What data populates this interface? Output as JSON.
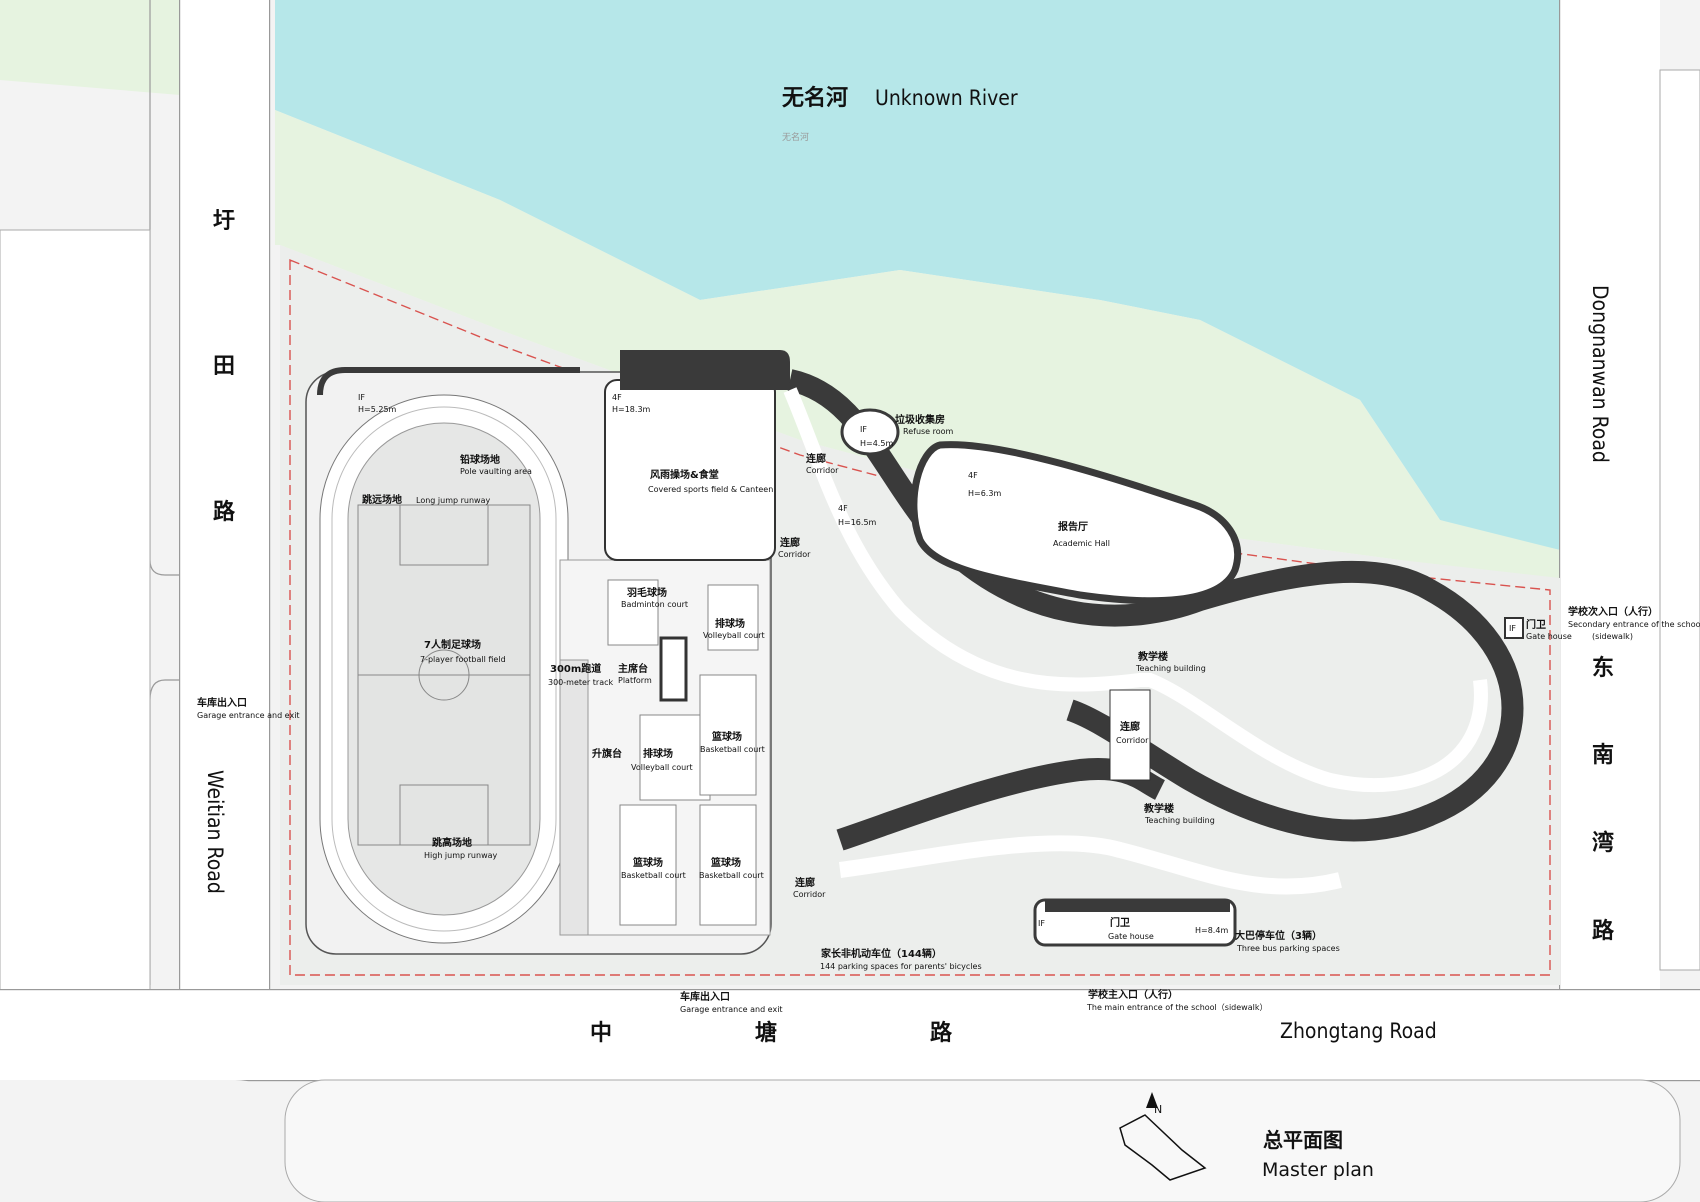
{
  "river": {
    "cn": "无名河",
    "en": "Unknown River",
    "small": "无名河"
  },
  "roads": {
    "west_cn": [
      "圩",
      "田",
      "路"
    ],
    "west_en": "Weitian Road",
    "east_cn": [
      "东",
      "南",
      "湾",
      "路"
    ],
    "east_en": "Dongnanwan Road",
    "south_cn": [
      "中",
      "塘",
      "路"
    ],
    "south_en": "Zhongtang Road"
  },
  "labels": {
    "track_bldg_floor": "IF",
    "track_bldg_height": "H=5.25m",
    "pole_vault_cn": "铅球场地",
    "pole_vault_en": "Pole vaulting area",
    "long_jump_cn": "跳远场地",
    "long_jump_en": "Long jump runway",
    "football_cn": "7人制足球场",
    "football_en": "7-player football field",
    "high_jump_cn": "跳高场地",
    "high_jump_en": "High jump runway",
    "track_cn": "300m跑道",
    "track_en": "300-meter track",
    "canteen_floor": "4F",
    "canteen_height": "H=18.3m",
    "canteen_cn": "风雨操场&食堂",
    "canteen_en": "Covered sports field & Canteen",
    "badminton_cn": "羽毛球场",
    "badminton_en": "Badminton court",
    "volleyball1_cn": "排球场",
    "volleyball1_en": "Volleyball court",
    "platform_cn": "主席台",
    "platform_en": "Platform",
    "flag_cn": "升旗台",
    "volleyball2_cn": "排球场",
    "volleyball2_en": "Volleyball court",
    "basket1_cn": "篮球场",
    "basket1_en": "Basketball court",
    "basket2_cn": "篮球场",
    "basket2_en": "Basketball court",
    "basket3_cn": "篮球场",
    "basket3_en": "Basketball court",
    "corridor1_cn": "连廊",
    "corridor1_en": "Corridor",
    "corridor2_cn": "连廊",
    "corridor2_en": "Corridor",
    "corridor3_cn": "连廊",
    "corridor3_en": "Corridor",
    "corridor4_cn": "连廊",
    "corridor4_en": "Corridor",
    "refuse_floor": "IF",
    "refuse_height": "H=4.5m",
    "refuse_cn": "垃圾收集房",
    "refuse_en": "Refuse room",
    "teach_floor": "4F",
    "teach_height": "H=16.5m",
    "hall_floor": "4F",
    "hall_height": "H=6.3m",
    "hall_cn": "报告厅",
    "hall_en": "Academic Hall",
    "teach1_cn": "教学楼",
    "teach1_en": "Teaching building",
    "teach2_cn": "教学楼",
    "teach2_en": "Teaching building",
    "gate_e_floor": "IF",
    "gate_e_cn": "门卫",
    "gate_e_en": "Gate house",
    "sec_entry_cn": "学校次入口（人行）",
    "sec_entry_en1": "Secondary entrance of the school",
    "sec_entry_en2": "(sidewalk)",
    "gate_s_floor": "IF",
    "gate_s_cn": "门卫",
    "gate_s_en": "Gate house",
    "gate_s_height": "H=8.4m",
    "bus_cn": "大巴停车位（3辆）",
    "bus_en": "Three bus parking spaces",
    "bike_cn": "家长非机动车位（144辆）",
    "bike_en": "144 parking spaces for parents' bicycles",
    "garage_w_cn": "车库出入口",
    "garage_w_en": "Garage entrance and exit",
    "garage_s_cn": "车库出入口",
    "garage_s_en": "Garage entrance and exit",
    "main_entry_cn": "学校主入口（人行）",
    "main_entry_en": "The main entrance of the school（sidewalk）"
  },
  "title": {
    "cn": "总平面图",
    "en": "Master plan",
    "north": "N"
  },
  "colors": {
    "river": "#b6e7e9",
    "green": "#e6f3e0",
    "site": "#eceeec",
    "building": "#3a3a3a",
    "boundary": "#d9534f",
    "road": "#ffffff",
    "block": "#f3f3f3"
  }
}
